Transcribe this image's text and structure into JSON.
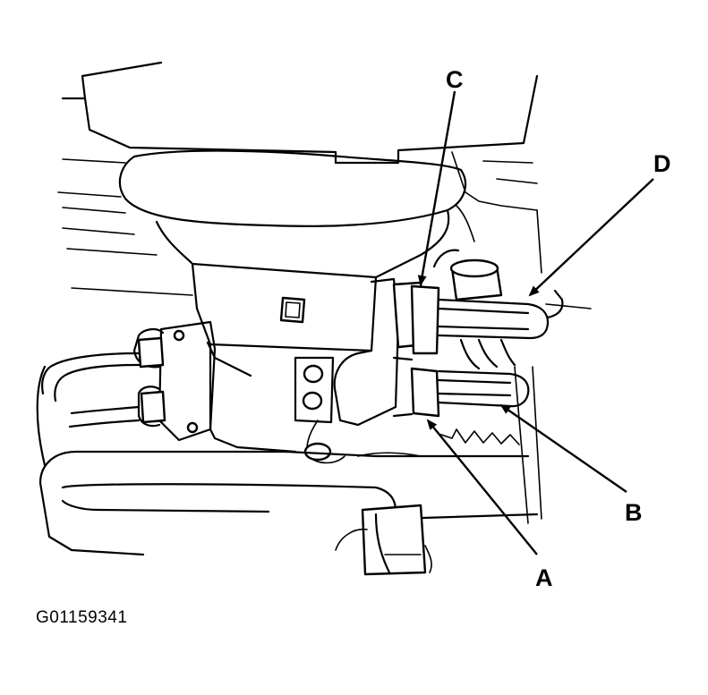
{
  "diagram": {
    "callouts": {
      "a": "A",
      "b": "B",
      "c": "C",
      "d": "D"
    },
    "figure_id": "G01159341"
  }
}
